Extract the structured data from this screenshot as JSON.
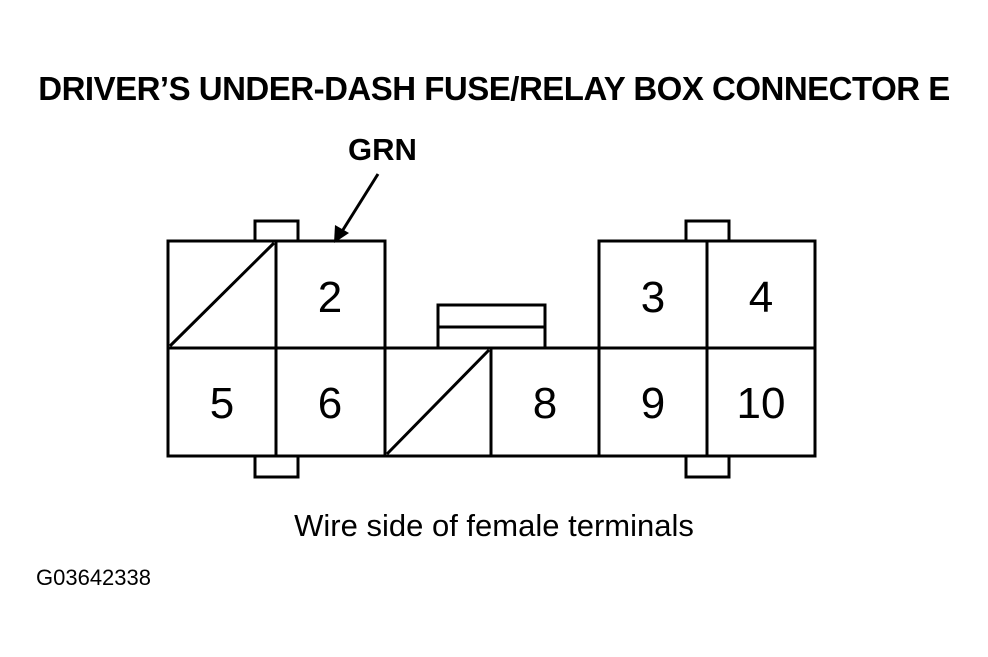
{
  "title": "DRIVER’S UNDER-DASH FUSE/RELAY BOX CONNECTOR E",
  "wire_color": "GRN",
  "caption": "Wire side of female terminals",
  "figure_id": "G03642338",
  "terminals": {
    "t2": "2",
    "t3": "3",
    "t4": "4",
    "t5": "5",
    "t6": "6",
    "t8": "8",
    "t9": "9",
    "t10": "10"
  },
  "empty_terminals": [
    "1",
    "7"
  ]
}
